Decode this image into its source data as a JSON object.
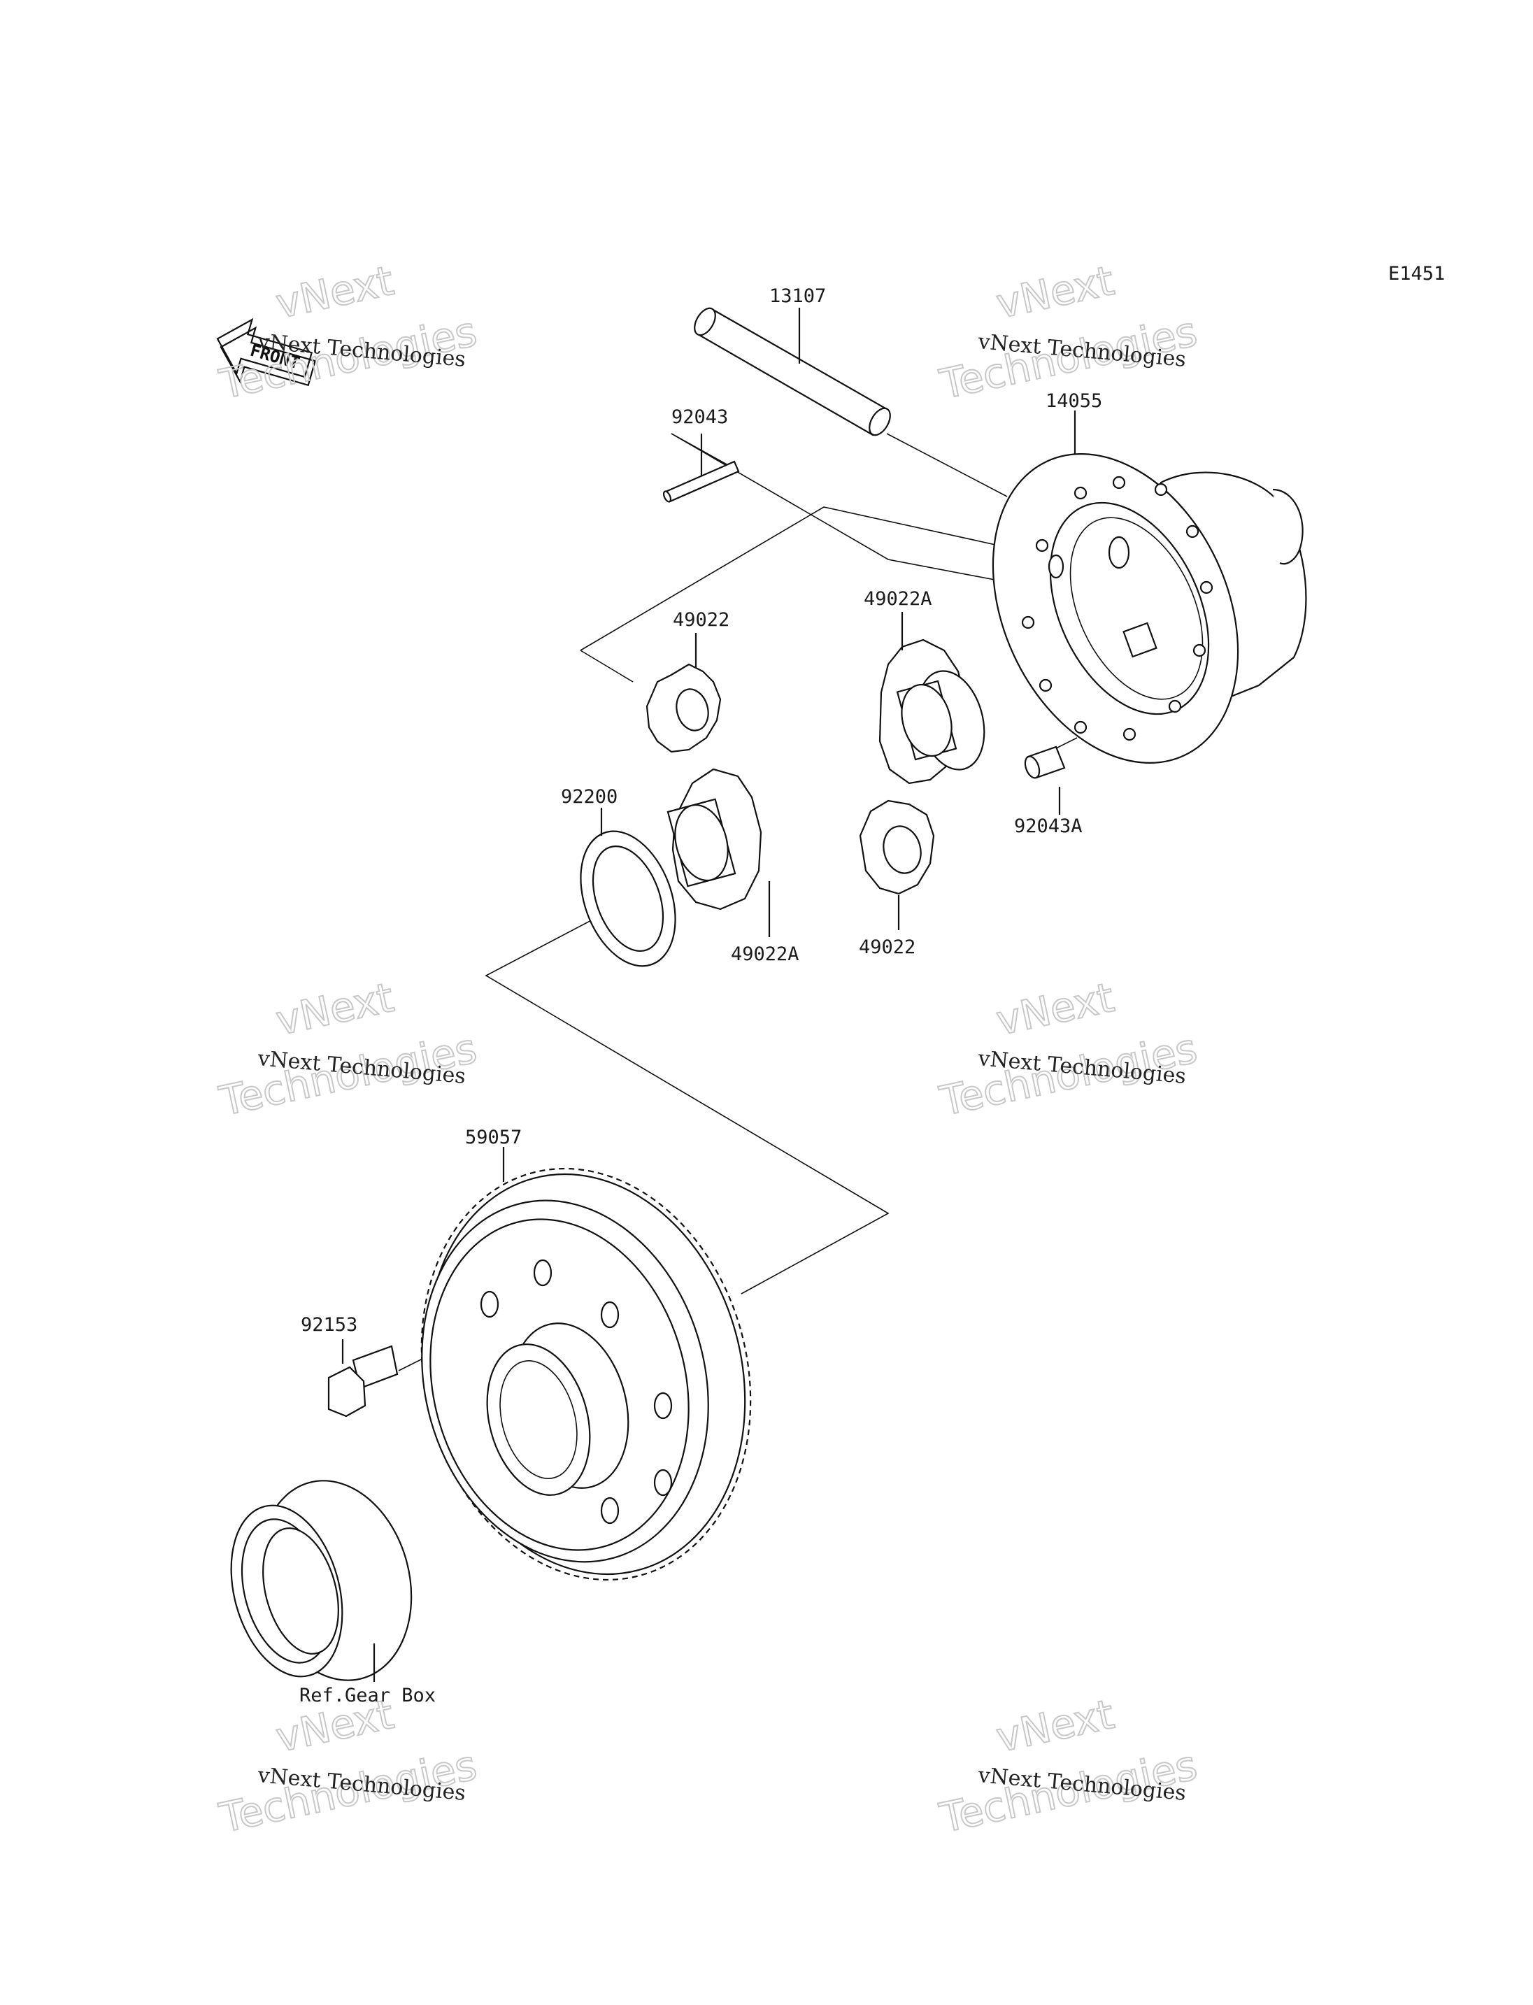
{
  "diagram_code": "E1451",
  "front_arrow": {
    "icon": "front-arrow-icon",
    "text": "FRONT"
  },
  "watermark": {
    "line1": "vNext Technologies",
    "line2": "vNext",
    "line3": "Technologies"
  },
  "parts": [
    {
      "id": "13107"
    },
    {
      "id": "92043"
    },
    {
      "id": "14055"
    },
    {
      "id": "49022"
    },
    {
      "id": "49022A"
    },
    {
      "id": "92200"
    },
    {
      "id": "49022A"
    },
    {
      "id": "49022"
    },
    {
      "id": "92043A"
    },
    {
      "id": "59057"
    },
    {
      "id": "92153"
    },
    {
      "id": "Ref.Gear Box"
    }
  ]
}
